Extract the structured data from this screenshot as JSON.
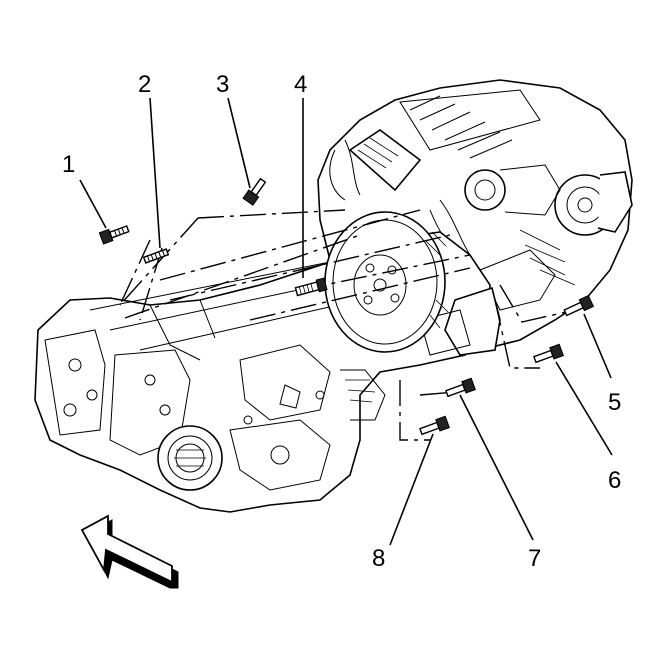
{
  "callouts": [
    {
      "id": "1",
      "label": "1"
    },
    {
      "id": "2",
      "label": "2"
    },
    {
      "id": "3",
      "label": "3"
    },
    {
      "id": "4",
      "label": "4"
    },
    {
      "id": "5",
      "label": "5"
    },
    {
      "id": "6",
      "label": "6"
    },
    {
      "id": "7",
      "label": "7"
    },
    {
      "id": "8",
      "label": "8"
    }
  ],
  "icons": {
    "direction_arrow": "front-direction-arrow-icon"
  },
  "colors": {
    "line": "#000000",
    "background": "#ffffff"
  }
}
